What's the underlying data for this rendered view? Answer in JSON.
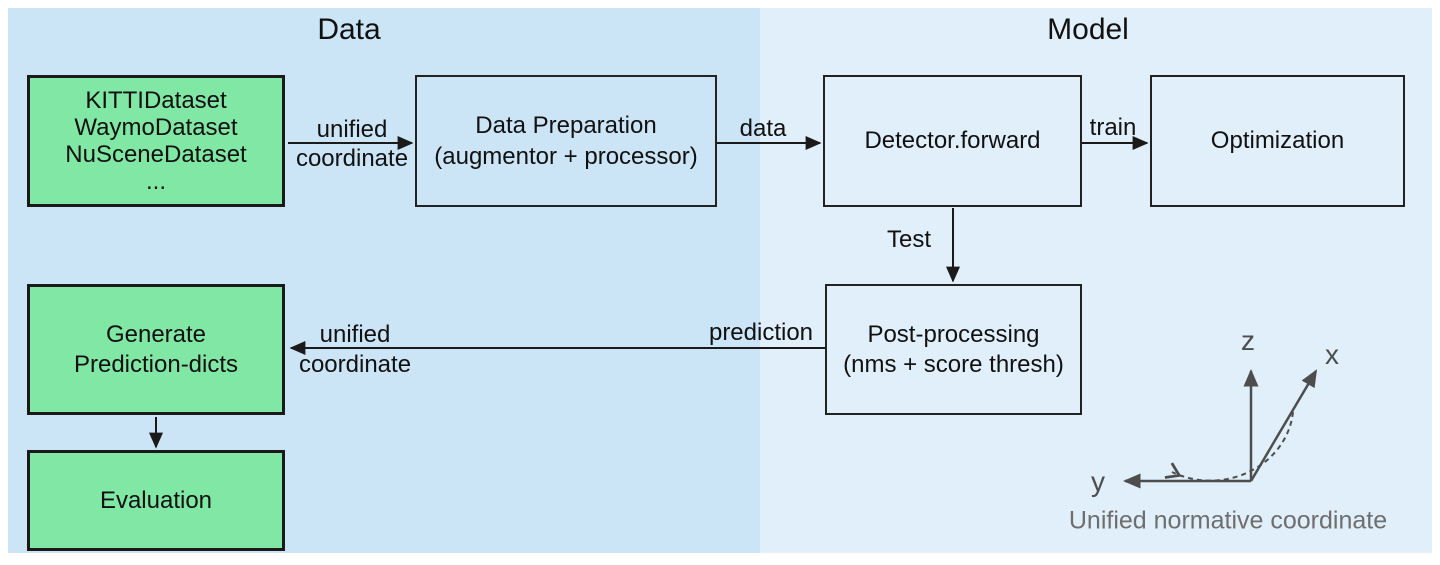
{
  "regions": {
    "data": {
      "title": "Data"
    },
    "model": {
      "title": "Model"
    }
  },
  "nodes": {
    "datasets": {
      "lines": [
        "KITTIDataset",
        "WaymoDataset",
        "NuSceneDataset",
        "..."
      ]
    },
    "data_preparation": {
      "lines": [
        "Data Preparation",
        "(augmentor + processor)"
      ]
    },
    "detector": {
      "label": "Detector.forward"
    },
    "optimization": {
      "label": "Optimization"
    },
    "post_processing": {
      "lines": [
        "Post-processing",
        "(nms + score thresh)"
      ]
    },
    "generate_prediction": {
      "lines": [
        "Generate",
        "Prediction-dicts"
      ]
    },
    "evaluation": {
      "label": "Evaluation"
    }
  },
  "edges": {
    "datasets_to_preparation": {
      "lines": [
        "unified",
        "coordinate"
      ]
    },
    "preparation_to_detector": {
      "label": "data"
    },
    "detector_to_optimization": {
      "label": "train"
    },
    "detector_to_postprocessing": {
      "label": "Test"
    },
    "postprocessing_to_generate": {
      "label": "prediction",
      "lines": [
        "unified",
        "coordinate"
      ]
    }
  },
  "coordinate_diagram": {
    "axis_z": "z",
    "axis_x": "x",
    "axis_y": "y",
    "caption": "Unified normative coordinate"
  },
  "colors": {
    "data_region_bg": "#cbe5f6",
    "model_region_bg": "#e0effa",
    "dataset_node_fill": "#81e7a4",
    "node_border": "#1a1a1a",
    "arrow": "#1a1a1a",
    "axes_gray": "#4d4d4d",
    "caption_gray": "#6e6e6e"
  }
}
